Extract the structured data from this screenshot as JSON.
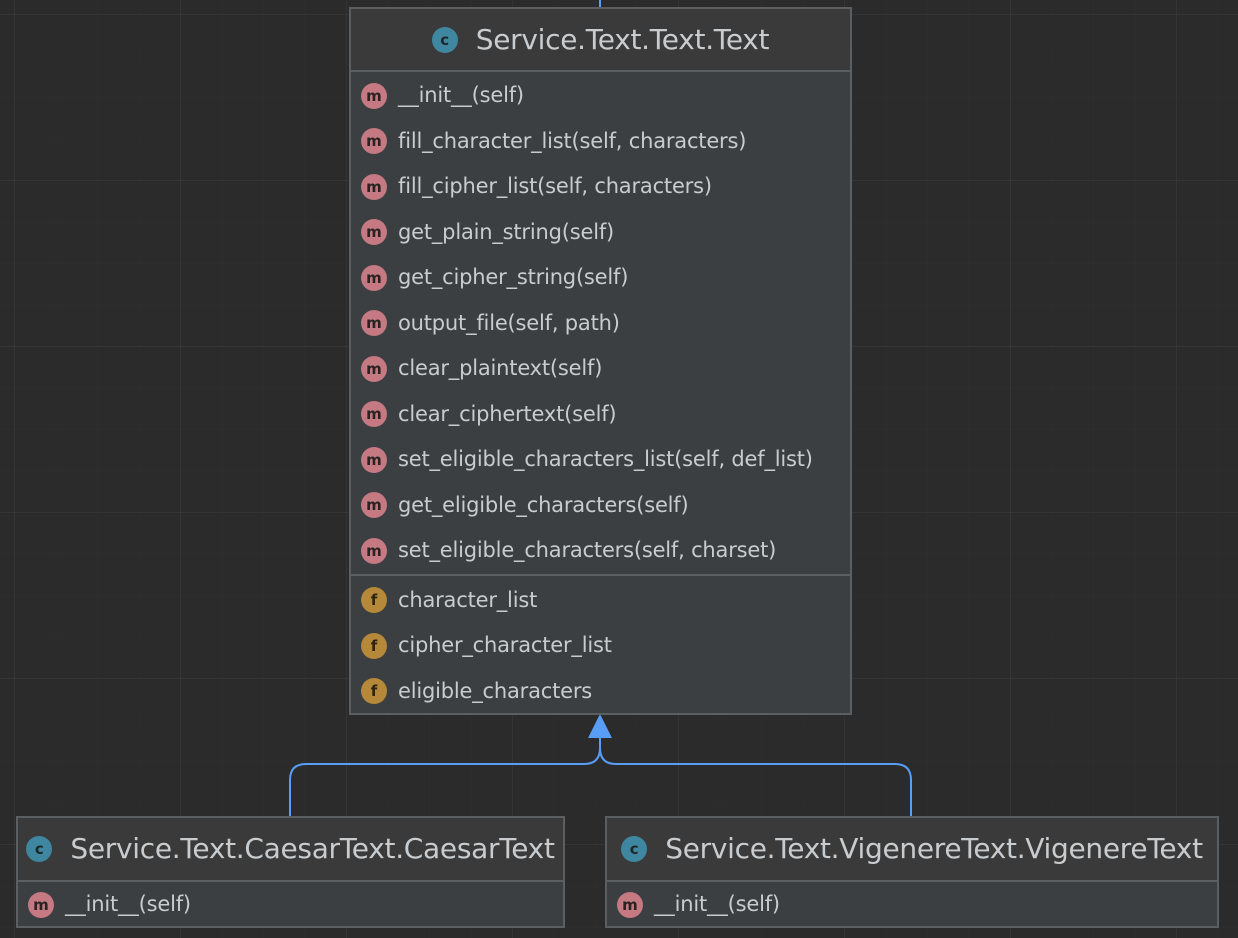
{
  "diagram": {
    "colors": {
      "background": "#2b2b2b",
      "box_fill": "#3c3f41",
      "box_border": "#5c5f61",
      "edge": "#589df6",
      "class_icon": "#3f87a0",
      "method_icon": "#c57983",
      "field_icon": "#b6883a",
      "text": "#c9cccf"
    },
    "icon_glyphs": {
      "class": "c",
      "method": "m",
      "field": "f"
    },
    "classes": [
      {
        "name": "Service.Text.Text.Text",
        "icon": "class-icon",
        "methods": [
          "__init__(self)",
          "fill_character_list(self, characters)",
          "fill_cipher_list(self, characters)",
          "get_plain_string(self)",
          "get_cipher_string(self)",
          "output_file(self, path)",
          "clear_plaintext(self)",
          "clear_ciphertext(self)",
          "set_eligible_characters_list(self, def_list)",
          "get_eligible_characters(self)",
          "set_eligible_characters(self, charset)"
        ],
        "fields": [
          "character_list",
          "cipher_character_list",
          "eligible_characters"
        ]
      },
      {
        "name": "Service.Text.CaesarText.CaesarText",
        "icon": "class-icon",
        "methods": [
          "__init__(self)"
        ],
        "fields": []
      },
      {
        "name": "Service.Text.VigenereText.VigenereText",
        "icon": "class-icon",
        "methods": [
          "__init__(self)"
        ],
        "fields": []
      }
    ],
    "edges": [
      {
        "from": "Service.Text.CaesarText.CaesarText",
        "to": "Service.Text.Text.Text",
        "type": "inheritance"
      },
      {
        "from": "Service.Text.VigenereText.VigenereText",
        "to": "Service.Text.Text.Text",
        "type": "inheritance"
      }
    ]
  }
}
